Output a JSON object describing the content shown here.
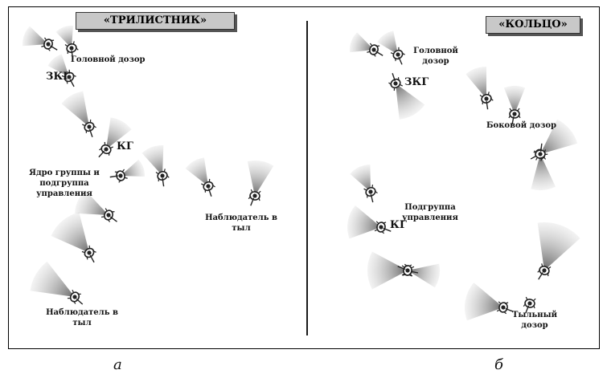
{
  "colors": {
    "cone": "#8c8c8c",
    "figure": "#222222",
    "title_bg": "#c8c8c8",
    "line": "#1a1a1a"
  },
  "panel_a": {
    "title": "«ТРИЛИСТНИК»",
    "labels": {
      "head_patrol": "Головной дозор",
      "zkg": "ЗКГ",
      "kg": "КГ",
      "core_1": "Ядро группы и",
      "core_2": "подгруппа",
      "core_3": "управления",
      "rear_obs_1_a": "Наблюдатель в",
      "rear_obs_1_b": "тыл",
      "rear_obs_2_a": "Наблюдатель в",
      "rear_obs_2_b": "тыл"
    },
    "caption": "а"
  },
  "panel_b": {
    "title": "«КОЛЬЦО»",
    "labels": {
      "head_patrol_1": "Головной",
      "head_patrol_2": "дозор",
      "zkg": "ЗКГ",
      "side_patrol": "Боковой дозор",
      "subgroup_1": "Подгруппа",
      "subgroup_2": "управления",
      "kg": "КГ",
      "rear_patrol_1": "Тыльный",
      "rear_patrol_2": "дозор"
    },
    "caption": "б"
  },
  "soldier_icon": "soldier-icon",
  "cone_icon": "observation-sector-icon"
}
